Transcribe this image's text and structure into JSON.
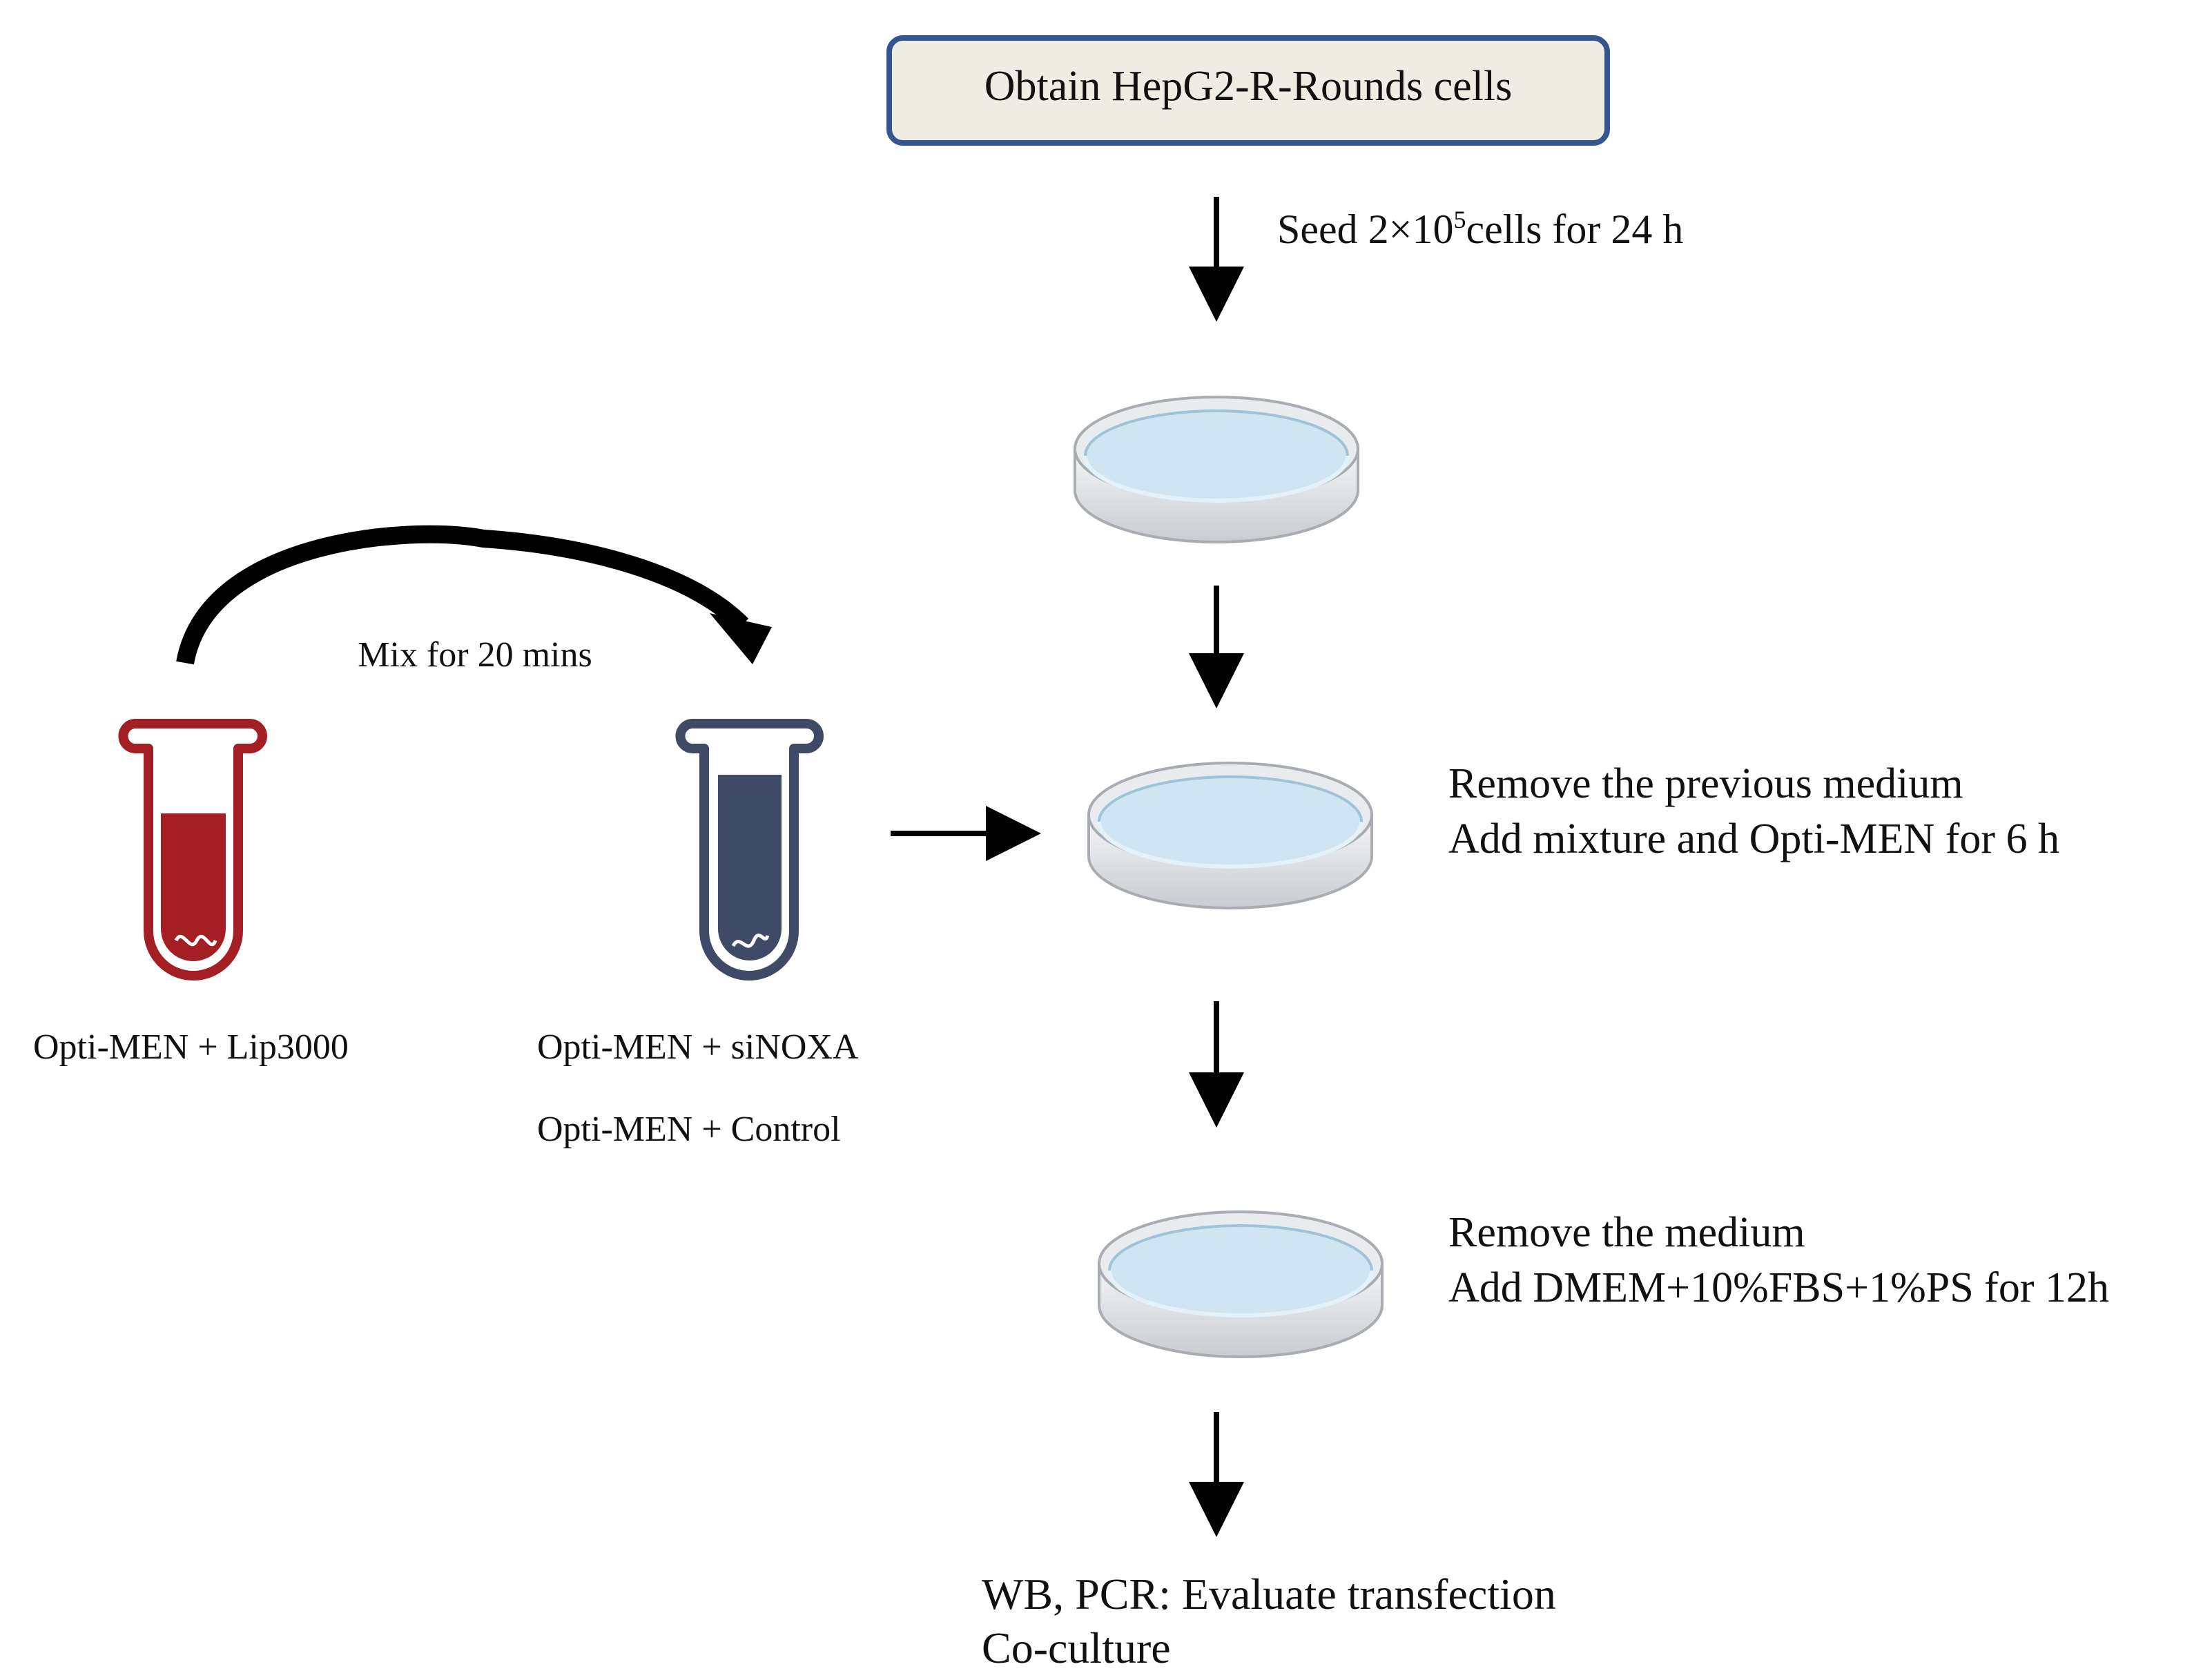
{
  "start_box": {
    "label": "Obtain HepG2-R-Rounds cells"
  },
  "steps": {
    "seed": {
      "prefix": "Seed 2×10",
      "exponent": "5",
      "suffix": "cells for 24 h"
    },
    "transfect": {
      "line1": "Remove the previous medium",
      "line2": "Add mixture and  Opti-MEN for 6 h"
    },
    "recover": {
      "line1": "Remove the medium",
      "line2": "Add DMEM+10%FBS+1%PS for 12h"
    },
    "evaluate": {
      "line1": "WB, PCR: Evaluate transfection",
      "line2": "Co-culture"
    }
  },
  "mix": {
    "label": "Mix for 20 mins"
  },
  "tubes": {
    "left": {
      "label": "Opti-MEN + Lip3000",
      "color": "#a31f24"
    },
    "right": {
      "label1": "Opti-MEN + siNOXA",
      "label2": "Opti-MEN + Control",
      "color": "#3f4a66"
    }
  },
  "colors": {
    "box_fill": "#eeece3",
    "box_border": "#34568f",
    "dish_fill": "#cfe6f2",
    "arrow": "#000000"
  }
}
